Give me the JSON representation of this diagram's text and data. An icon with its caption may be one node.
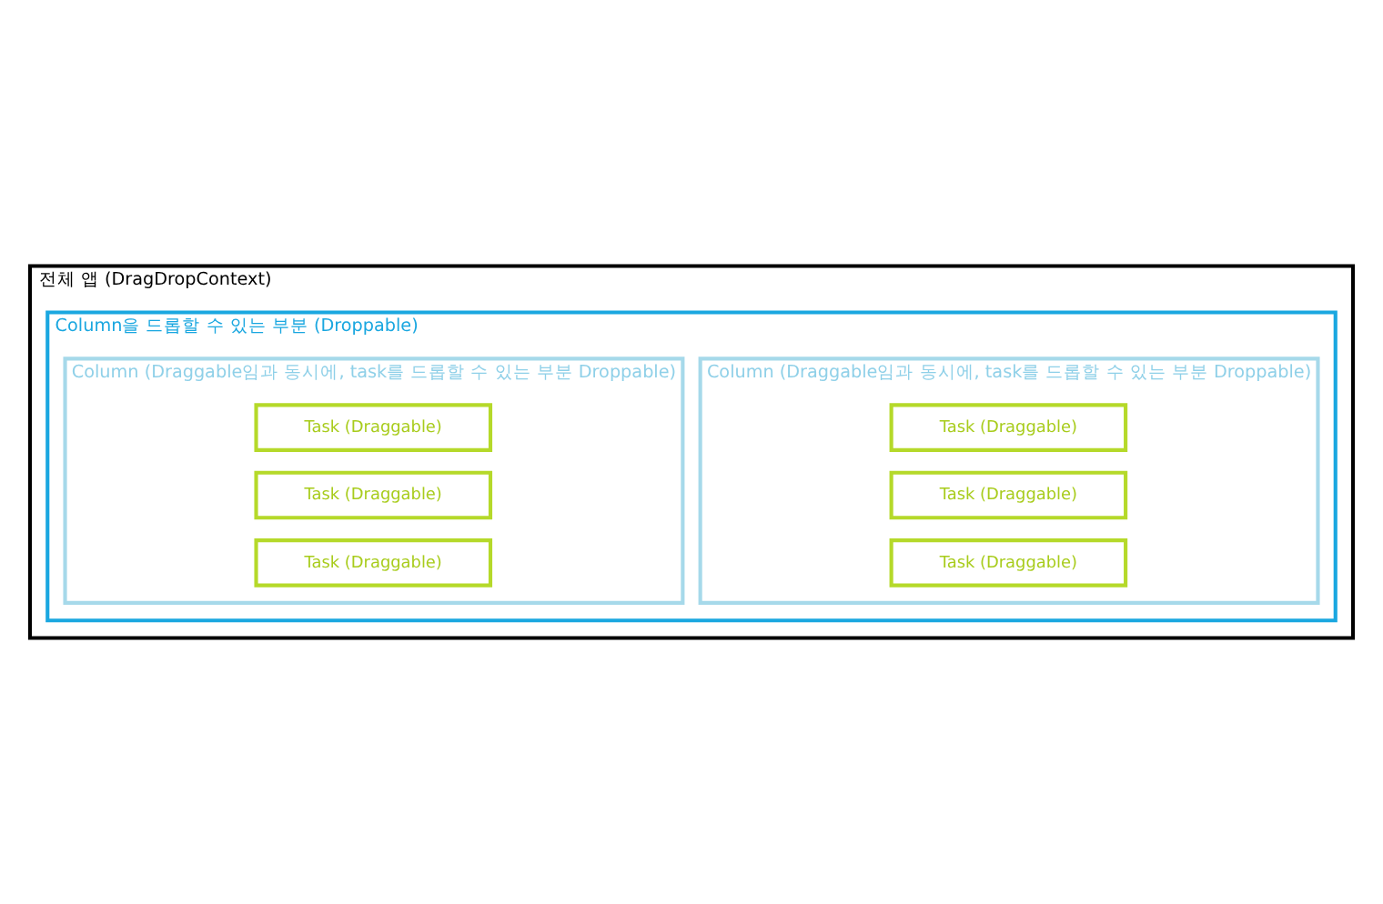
{
  "diagram": {
    "nodes": [
      {
        "text": [
          "전체 앱 (DragDropContext)"
        ]
      },
      {
        "text": [
          "Column을 드롭할 수 있는 부분 (Droppable)"
        ],
        "in": 0
      },
      {
        "text": [
          "Column (Draggable임과 동시에, task를 드롭할 수 있는 부분 Droppable)"
        ],
        "in": 1
      },
      {
        "text": [
          "Task (Draggable)"
        ],
        "in": 2
      },
      {
        "text": [
          "Task (Draggable)"
        ],
        "in": 2
      },
      {
        "text": [
          "Task (Draggable)"
        ],
        "in": 2
      },
      {
        "text": [
          "Column (Draggable임과 동시에, task를 드롭할 수 있는 부분 Droppable)"
        ],
        "in": 1
      },
      {
        "text": [
          "Task (Draggable)"
        ],
        "in": 6
      },
      {
        "text": [
          "Task (Draggable)"
        ],
        "in": 6
      },
      {
        "text": [
          "Task (Draggable)"
        ],
        "in": 6
      }
    ],
    "edges": []
  }
}
